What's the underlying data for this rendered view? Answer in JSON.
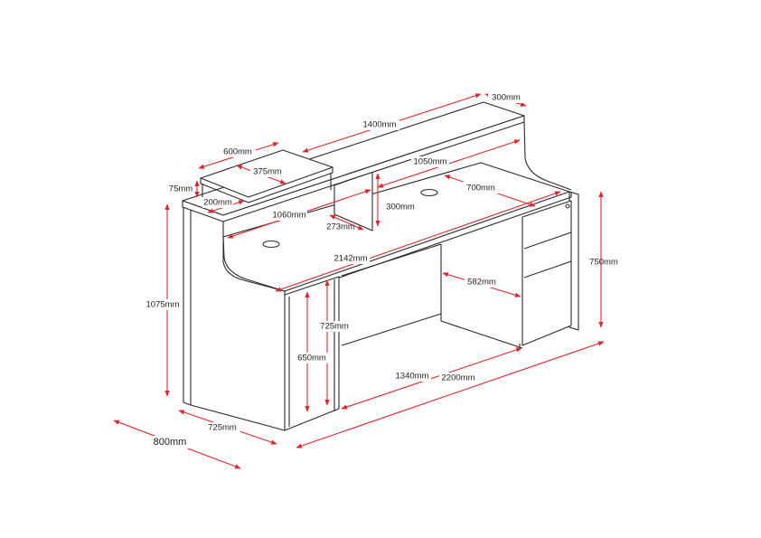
{
  "title": "Reception desk dimensions drawing",
  "colors": {
    "dimension_line": "#e0262b",
    "outline": "#2a2a2a"
  },
  "dimensions": {
    "top_depth": "300mm",
    "top_length": "1400mm",
    "shelf_length": "600mm",
    "shelf_depth": "375mm",
    "shelf_height": "75mm",
    "counter_depth": "200mm",
    "left_surface_length": "1060mm",
    "right_surface_length": "1050mm",
    "surface_depth": "700mm",
    "partition_height": "300mm",
    "partition_depth": "273mm",
    "desk_length": "2142mm",
    "pedestal_depth": "582mm",
    "desk_height": "750mm",
    "total_height": "1075mm",
    "knee_height": "725mm",
    "cabinet_height": "650mm",
    "knee_width": "1340mm",
    "total_length": "2200mm",
    "side_depth": "725mm",
    "total_depth": "800mm"
  }
}
